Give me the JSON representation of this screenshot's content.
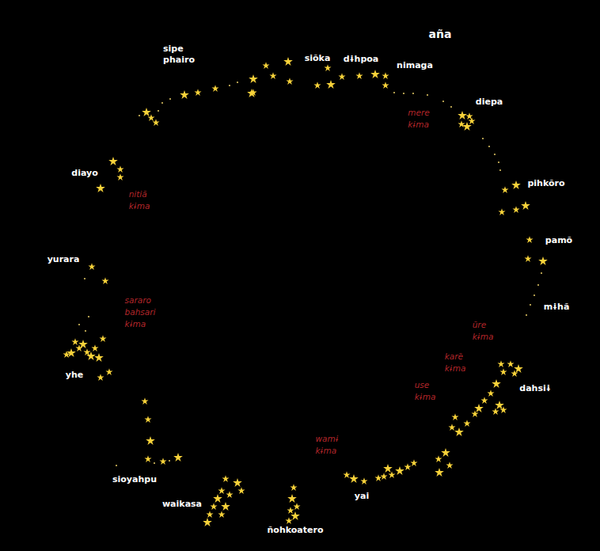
{
  "diagram": {
    "labels": [
      "aña",
      "sipe phairo",
      "siõka",
      "dɨhpoa",
      "nimaga",
      "diepa",
      "mere kɨma",
      "pihkõro",
      "pamõ",
      "mɨhã",
      "ũre kɨma",
      "karẽ kɨma",
      "dahsiɨ",
      "use kɨma",
      "wamɨ kɨma",
      "yai",
      "ñohkoatero",
      "waikasa",
      "sioyahpu",
      "yhe",
      "sararo bahsari kɨma",
      "yurara",
      "nitiã kɨma",
      "diayo"
    ]
  }
}
